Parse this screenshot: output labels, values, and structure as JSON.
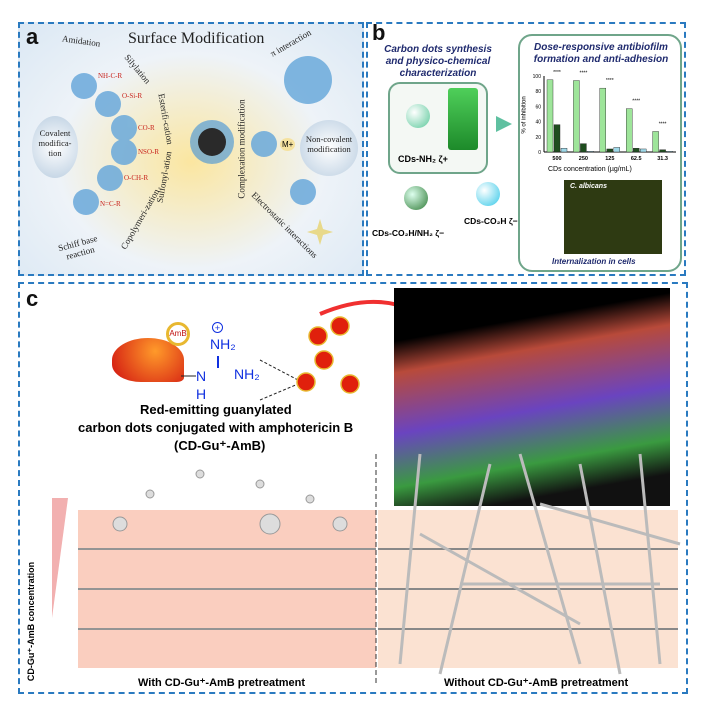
{
  "panel_a": {
    "label": "a",
    "title": "Surface Modification",
    "covalent": "Covalent modifica-tion",
    "noncovalent": "Non-covalent modification",
    "reactions": [
      "Amidation",
      "Silylation",
      "Esterifi-cation",
      "Sulfonyl-ation",
      "Copolymeri-zation",
      "Schiff base reaction"
    ],
    "interactions": [
      "π interaction",
      "Complexation modification",
      "Electrostatic interactions"
    ],
    "groups": [
      "NH-C-R",
      "O-Si-R",
      "CO-R",
      "NSO-R",
      "O-CH-R",
      "N=C-R"
    ],
    "metal": "M+"
  },
  "panel_b": {
    "label": "b",
    "synthesis_title": "Carbon dots synthesis and physico-chemical characterization",
    "cd_nh2": "CDs-NH₂ ζ+",
    "cd_co2h_nh2": "CDs-CO₂H/NH₂ ζ−",
    "cd_co2h": "CDs-CO₂H ζ−",
    "chart_title": "Dose-responsive antibiofilm formation and anti-adhesion",
    "micro_label": "C. albicans",
    "internalization": "Internalization in cells"
  },
  "chart_data": {
    "type": "bar",
    "title": "Dose-responsive antibiofilm formation and anti-adhesion",
    "xlabel": "CDs concentration (µg/mL)",
    "ylabel": "% of inhibition",
    "ylim": [
      0,
      100
    ],
    "yticks": [
      0,
      20,
      40,
      60,
      80,
      100
    ],
    "categories": [
      "500",
      "250",
      "125",
      "62.5",
      "31.3"
    ],
    "series": [
      {
        "name": "CDs-NH2",
        "color": "#9ee59a",
        "values": [
          95,
          94,
          84,
          57,
          27
        ]
      },
      {
        "name": "CDs-CO2H/NH2",
        "color": "#1f4d1f",
        "values": [
          36,
          11,
          4,
          5,
          3
        ]
      },
      {
        "name": "CDs-CO2H",
        "color": "#9ed8e8",
        "values": [
          5,
          1,
          6,
          4,
          1
        ]
      }
    ],
    "significance": "****"
  },
  "panel_c": {
    "label": "c",
    "amb": "AmB",
    "nh2_top": "NH₂",
    "nh2_right": "NH₂",
    "nh": "N",
    "h": "H",
    "plus": "+",
    "caption": [
      "Red-emitting guanylated",
      "carbon dots conjugated with amphotericin B",
      "(CD-Gu⁺-AmB)"
    ],
    "axis_label": "CD-Gu⁺-AmB concentration",
    "with": "With CD-Gu⁺-AmB pretreatment",
    "without": "Without CD-Gu⁺-AmB pretreatment"
  }
}
